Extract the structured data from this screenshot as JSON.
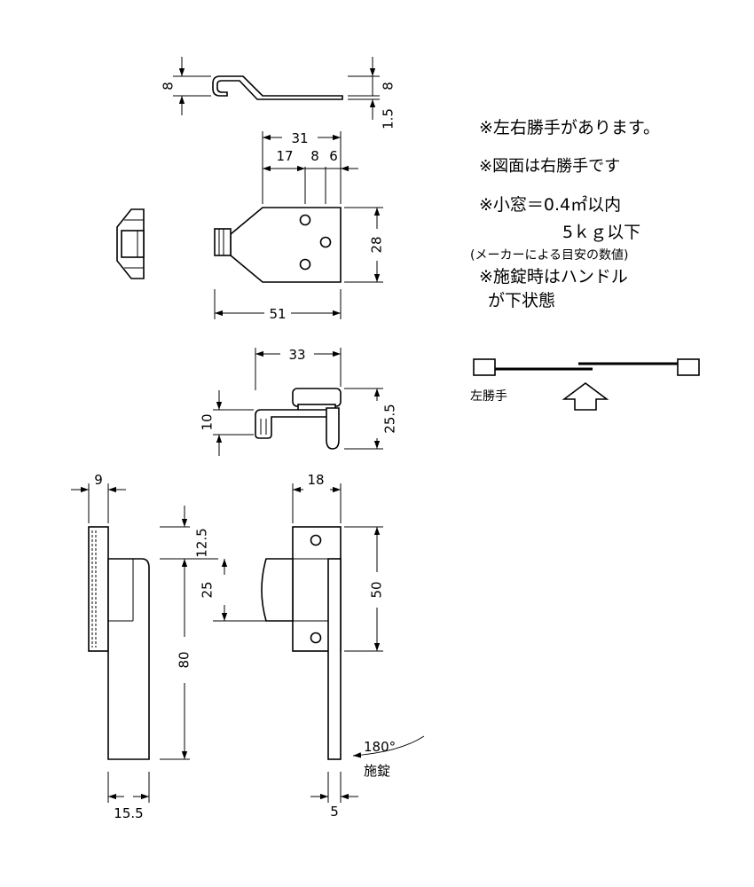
{
  "notes": {
    "line1": "※左右勝手があります。",
    "line2": "※図面は右勝手です",
    "line3": "※小窓＝0.4㎡以内",
    "line4": "5ｋｇ以下",
    "line5": "(メーカーによる目安の数値)",
    "line6": "※施錠時はハンドル",
    "line7": "が下状態"
  },
  "hand_diagram": {
    "label": "左勝手"
  },
  "rotation": {
    "angle": "180°",
    "action": "施錠"
  },
  "dimensions": {
    "top_hook_height": "8",
    "top_hook_height_right": "8",
    "top_hook_thickness": "1.5",
    "plate_width_total": "31",
    "plate_seg_a": "17",
    "plate_seg_b": "8",
    "plate_seg_c": "6",
    "plate_height": "28",
    "catch_length": "51",
    "hook_length": "33",
    "hook_drop": "10",
    "hook_height": "25.5",
    "handle_thickness": "9",
    "handle_top_offset": "12.5",
    "handle_grip": "25",
    "handle_length": "80",
    "handle_base_depth": "15.5",
    "front_width": "18",
    "front_plate_height": "50",
    "front_lever_width": "5"
  }
}
